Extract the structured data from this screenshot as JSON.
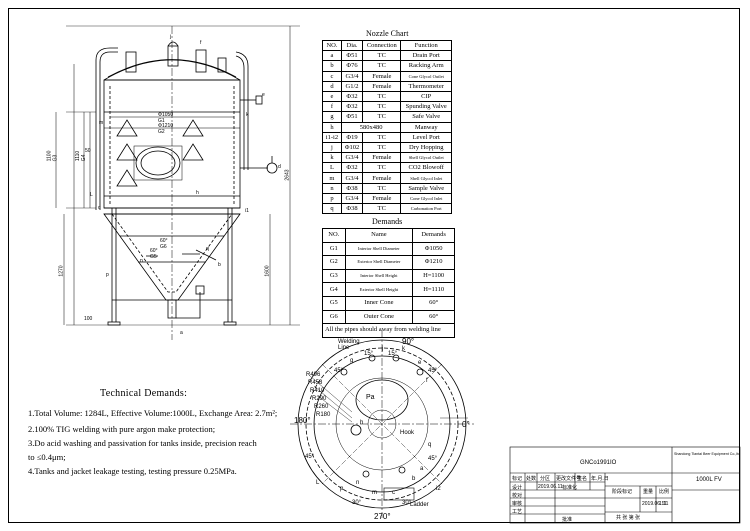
{
  "nozzle_chart": {
    "title": "Nozzle Chart",
    "headers": [
      "NO.",
      "Dia.",
      "Connection",
      "Function"
    ],
    "rows": [
      [
        "a",
        "Φ51",
        "TC",
        "Drain Port"
      ],
      [
        "b",
        "Φ76",
        "TC",
        "Racking Arm"
      ],
      [
        "c",
        "G3/4",
        "Female",
        "Cone Glycol Outlet"
      ],
      [
        "d",
        "G1/2",
        "Female",
        "Thermometer"
      ],
      [
        "e",
        "Φ32",
        "TC",
        "CIP"
      ],
      [
        "f",
        "Φ32",
        "TC",
        "Spunding Valve"
      ],
      [
        "g",
        "Φ51",
        "TC",
        "Safe Valve"
      ],
      [
        "h",
        "580x480",
        "",
        "Manway"
      ],
      [
        "i1-i2",
        "Φ19",
        "TC",
        "Level Port"
      ],
      [
        "j",
        "Φ102",
        "TC",
        "Dry Hopping"
      ],
      [
        "k",
        "G3/4",
        "Female",
        "Shell Glycol Outlet"
      ],
      [
        "L",
        "Φ32",
        "TC",
        "CO2 Blowoff"
      ],
      [
        "m",
        "G3/4",
        "Female",
        "Shell Glycol Inlet"
      ],
      [
        "n",
        "Φ38",
        "TC",
        "Sample Valve"
      ],
      [
        "p",
        "G3/4",
        "Female",
        "Cone Glycol Inlet"
      ],
      [
        "q",
        "Φ38",
        "TC",
        "Carbonation Port"
      ]
    ]
  },
  "demands": {
    "title": "Demands",
    "headers": [
      "NO.",
      "Name",
      "Demands"
    ],
    "rows": [
      [
        "G1",
        "Interior Shell Diameter",
        "Φ1050"
      ],
      [
        "G2",
        "Exterior Shell Diameter",
        "Φ1210"
      ],
      [
        "G3",
        "Interior Shell Height",
        "H=1100"
      ],
      [
        "G4",
        "Exterior Shell Height",
        "H=1110"
      ],
      [
        "G5",
        "Inner Cone",
        "60°"
      ],
      [
        "G6",
        "Outer Cone",
        "60°"
      ]
    ],
    "footer": "All the pipes should away from welding line"
  },
  "technical_demands": {
    "title": "Technical Demands:",
    "lines": [
      "1.Total Volume: 1284L, Effective Volume:1000L, Exchange Area: 2.7m²;",
      "2.100% TIG welding with pure argon make protection;",
      "3.Do acid washing and passivation for tanks inside, precision reach",
      "to ≤0.4μm;",
      "4.Tanks and jacket leakage testing, testing pressure 0.25MPa."
    ]
  },
  "title_block": {
    "company": "Shandong Tiantai Beer Equipment Co.,ltd",
    "drawing_no": "GNCo1991IO",
    "product": "1000L FV",
    "date": "2019.06.11",
    "scale": "1:11",
    "labels": {
      "mark": "标记",
      "count": "处数",
      "zone": "分区",
      "change_doc": "更改文件号",
      "sign": "签名",
      "ymd": "年.月.日",
      "design": "设计",
      "standard": "标准化",
      "check": "校对",
      "review": "审核",
      "craft": "工艺",
      "approve": "批准",
      "stage": "阶段标记",
      "weight": "重量",
      "ratio": "比例",
      "sheets": "共 张 第 张"
    }
  },
  "elevation": {
    "labels": {
      "g1": "Φ1050 G1",
      "g2": "Φ1210 G2",
      "g3": "1100 G3",
      "g4": "1110 G4",
      "g5": "60° G5",
      "g6": "60° G6",
      "d_h": "50",
      "h_total": "2643",
      "h_leg": "1600",
      "h_cone": "1270",
      "h_base": "100",
      "m": "m",
      "c": "c",
      "p": "p",
      "k": "k",
      "f": "f",
      "e": "e",
      "d": "d",
      "l": "L",
      "h": "h",
      "j": "j",
      "b": "b",
      "n": "n",
      "q": "q",
      "a": "a",
      "i1": "i1"
    }
  },
  "plan": {
    "labels": {
      "welding_line": "Welding Line",
      "deg90": "90°",
      "deg0": "0°",
      "deg180": "180°",
      "deg270": "270°",
      "deg45a": "45°",
      "deg45b": "45°",
      "deg45c": "45°",
      "deg45d": "45°",
      "deg30a": "30°",
      "deg30b": "30°",
      "deg15a": "15°",
      "deg15b": "15°",
      "ladder": "Ladder",
      "hook": "Hook",
      "r496": "R496",
      "r458": "R458",
      "r410": "R410",
      "r290": "R290",
      "r260": "R260",
      "r180": "R180",
      "pa": "Pa",
      "j": "j",
      "k": "k",
      "e": "e",
      "f": "f",
      "g": "g",
      "l": "L",
      "h": "h",
      "q": "q",
      "i2": "i2",
      "p": "p",
      "n": "n",
      "m": "m",
      "c": "c",
      "b": "b",
      "a": "a"
    }
  }
}
